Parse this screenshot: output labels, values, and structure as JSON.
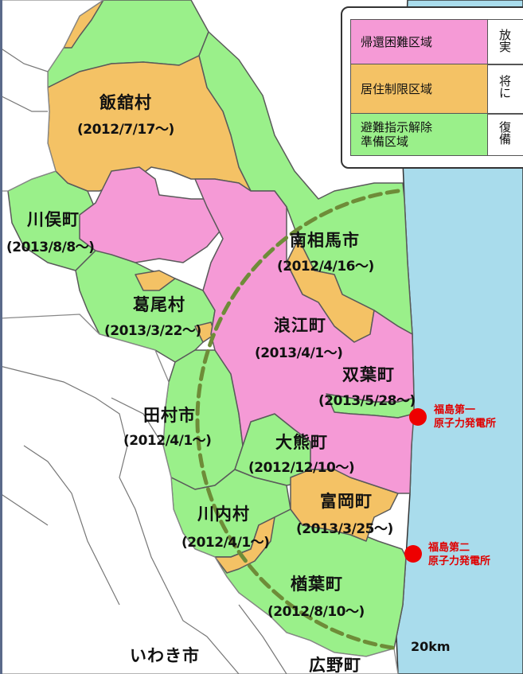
{
  "map": {
    "municipalities": [
      {
        "id": "iitate",
        "name": "飯舘村",
        "date": "(2012/7/17〜)"
      },
      {
        "id": "kawamata",
        "name": "川俣町",
        "date": "(2013/8/8〜)"
      },
      {
        "id": "minamisoma",
        "name": "南相馬市",
        "date": "(2012/4/16〜)"
      },
      {
        "id": "katsurao",
        "name": "葛尾村",
        "date": "(2013/3/22〜)"
      },
      {
        "id": "namie",
        "name": "浪江町",
        "date": "(2013/4/1〜)"
      },
      {
        "id": "futaba",
        "name": "双葉町",
        "date": "(2013/5/28〜)"
      },
      {
        "id": "tamura",
        "name": "田村市",
        "date": "(2012/4/1〜)"
      },
      {
        "id": "okuma",
        "name": "大熊町",
        "date": "(2012/12/10〜)"
      },
      {
        "id": "tomioka",
        "name": "富岡町",
        "date": "(2013/3/25〜)"
      },
      {
        "id": "kawauchi",
        "name": "川内村",
        "date": "(2012/4/1〜)"
      },
      {
        "id": "naraha",
        "name": "楢葉町",
        "date": "(2012/8/10〜)"
      }
    ],
    "other_places": [
      {
        "id": "iwaki",
        "name": "いわき市"
      },
      {
        "id": "hirono",
        "name": "広野町"
      }
    ],
    "plants": [
      {
        "id": "daiichi",
        "line1": "福島第一",
        "line2": "原子力発電所"
      },
      {
        "id": "daini",
        "line1": "福島第二",
        "line2": "原子力発電所"
      }
    ],
    "distance_label": "20km"
  },
  "legend": {
    "rows": [
      {
        "id": "difficult",
        "label_lines": [
          "帰還困難区域"
        ],
        "color": "#f59ad6",
        "desc_lines": [
          "放",
          "実"
        ]
      },
      {
        "id": "restricted",
        "label_lines": [
          "居住制限区域"
        ],
        "color": "#f4c265",
        "desc_lines": [
          "将",
          "に"
        ]
      },
      {
        "id": "prep",
        "label_lines": [
          "避難指示解除",
          "準備区域"
        ],
        "color": "#9af08a",
        "desc_lines": [
          "復",
          "備"
        ]
      }
    ]
  },
  "colors": {
    "difficult_return": "#f59ad6",
    "restricted_residence": "#f4c265",
    "preparation": "#9af08a",
    "sea": "#a9dcec",
    "circle": "#6e8c38",
    "plant": "#ee0000",
    "plant_label": "#e00000",
    "border": "#5a5a5a",
    "outside": "#ffffff"
  }
}
